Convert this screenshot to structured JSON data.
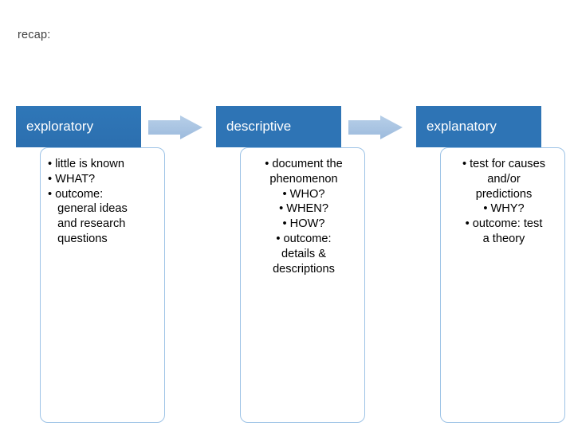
{
  "slide": {
    "recap_label": "recap:",
    "accent_color": "#2e74b5",
    "card_border_color": "#9dc3e6",
    "arrow_color": "#a6c4e4"
  },
  "columns": [
    {
      "title": "exploratory",
      "align": "left",
      "lines": [
        "• little is known",
        "• WHAT?",
        "• outcome:",
        "   general ideas",
        "   and research",
        "   questions"
      ]
    },
    {
      "title": "descriptive",
      "align": "center",
      "lines": [
        "• document the",
        "phenomenon",
        "• WHO?",
        "• WHEN?",
        "• HOW?",
        "• outcome:",
        "details &",
        "descriptions"
      ]
    },
    {
      "title": "explanatory",
      "align": "center",
      "lines": [
        "• test for causes",
        "and/or",
        "predictions",
        "• WHY?",
        "• outcome: test",
        "a theory"
      ]
    }
  ],
  "arrows": [
    {
      "name": "arrow-exploratory-to-descriptive"
    },
    {
      "name": "arrow-descriptive-to-explanatory"
    }
  ]
}
